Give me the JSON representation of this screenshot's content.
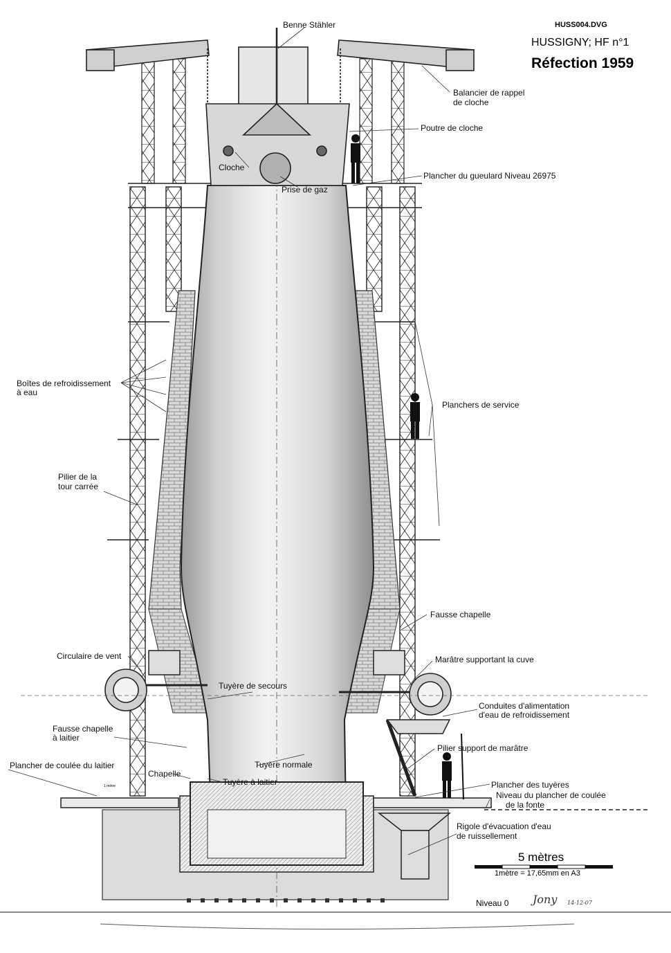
{
  "header": {
    "file": "HUSS004.DVG",
    "site": "HUSSIGNY; HF n°1",
    "title": "Réfection 1959"
  },
  "labels": {
    "benne": "Benne Stähler",
    "balancier_1": "Balancier de rappel",
    "balancier_2": "de cloche",
    "poutre": "Poutre de cloche",
    "cloche": "Cloche",
    "prise_gaz": "Prise de gaz",
    "plancher_gueulard": "Plancher du gueulard  Niveau 26975",
    "boites_1": "Boîtes de refroidissement",
    "boites_2": "à eau",
    "planchers_service": "Planchers de service",
    "pilier_tour_1": "Pilier de la",
    "pilier_tour_2": "tour carrée",
    "fausse_chapelle": "Fausse chapelle",
    "circulaire": "Circulaire de vent",
    "maratre": "Marâtre supportant la cuve",
    "tuyere_secours": "Tuyère de secours",
    "conduites_1": "Conduites d'alimentation",
    "conduites_2": "d'eau de refroidissement",
    "fausse_laitier_1": "Fausse chapelle",
    "fausse_laitier_2": "à laitier",
    "pilier_maratre": "Pilier support de marâtre",
    "plancher_laitier": "Plancher de coulée du laitier",
    "chapelle": "Chapelle",
    "tuyere_normale": "Tuyère normale",
    "tuyere_laitier": "Tuyère à laitier",
    "plancher_tuyeres": "Plancher des tuyères",
    "niveau_fonte_1": "Niveau du plancher de coulée",
    "niveau_fonte_2": "de la fonte",
    "rigole_1": "Rigole d'évacuation d'eau",
    "rigole_2": "de ruissellement",
    "scale_mini": "1 mètre",
    "niveau0": "Niveau 0"
  },
  "scale": {
    "title": "5 mètres",
    "note": "1mètre = 17,65mm en A3"
  },
  "signature": {
    "initials": "Jony",
    "date": "14-12-07"
  }
}
